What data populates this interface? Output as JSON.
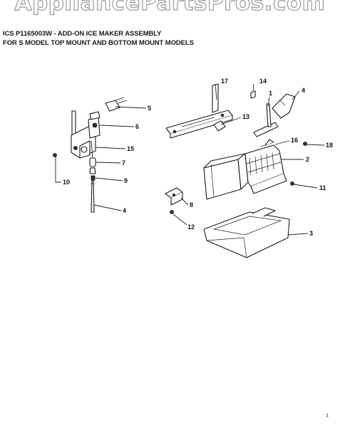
{
  "watermark": "AppliancePartsPros.com",
  "header": {
    "line1": "ICS P1165003W - ADD-ON ICE MAKER ASSEMBLY",
    "line2": "FOR S MODEL TOP MOUNT AND BOTTOM MOUNT MODELS"
  },
  "callouts": {
    "c17": "17",
    "c14": "14",
    "c1": "1",
    "c4a": "4",
    "c5": "5",
    "c6": "6",
    "c13": "13",
    "c15": "15",
    "c16": "16",
    "c18": "18",
    "c7": "7",
    "c2": "2",
    "c10": "10",
    "c9": "9",
    "c11": "11",
    "c8": "8",
    "c4b": "4",
    "c12": "12",
    "c3": "3"
  },
  "footer_mark": "1"
}
